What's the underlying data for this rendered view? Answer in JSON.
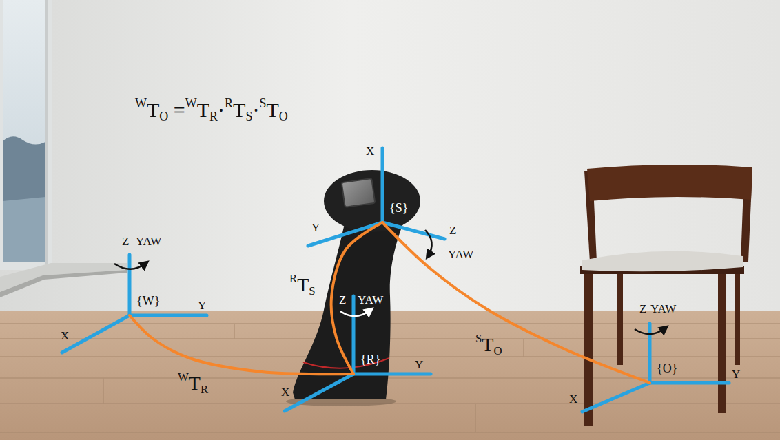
{
  "diagram": {
    "nodes": [
      {
        "text": [
          "{W}"
        ]
      },
      {
        "text": [
          "{R}"
        ]
      },
      {
        "text": [
          "{S}"
        ]
      },
      {
        "text": [
          "{O}"
        ]
      }
    ],
    "edges": [
      {
        "from": 0,
        "to": 1,
        "arrow": "none",
        "label": "WTR"
      },
      {
        "from": 1,
        "to": 2,
        "arrow": "none",
        "label": "RTS"
      },
      {
        "from": 2,
        "to": 3,
        "arrow": "none",
        "label": "STO"
      }
    ],
    "labels": [
      "WTO =WTR·RTS·STO",
      "X",
      "Y",
      "Z",
      "YAW",
      "Z",
      "YAW",
      "Y",
      "X",
      "Z",
      "YAW",
      "Y",
      "X",
      "Z",
      "YAW",
      "Y",
      "X"
    ]
  }
}
